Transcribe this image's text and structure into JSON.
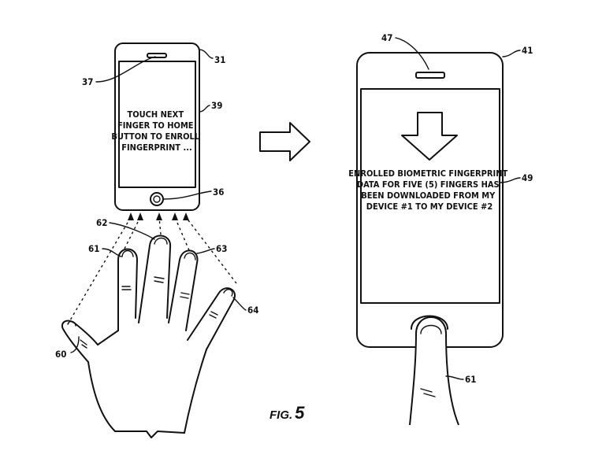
{
  "figure": {
    "caption_prefix": "FIG.",
    "caption_number": "5"
  },
  "left_device": {
    "screen_text": [
      "TOUCH NEXT",
      "FINGER TO HOME",
      "BUTTON TO ENROLL",
      "FINGERPRINT ..."
    ]
  },
  "right_device": {
    "screen_text": [
      "ENROLLED BIOMETRIC FINGERPRINT",
      "DATA FOR FIVE (5) FINGERS HAS",
      "BEEN DOWNLOADED FROM MY",
      "DEVICE #1 TO MY DEVICE #2"
    ]
  },
  "reference_labels": {
    "r31": "31",
    "r37": "37",
    "r39": "39",
    "r36": "36",
    "r62": "62",
    "r61": "61",
    "r63": "63",
    "r64": "64",
    "r60": "60",
    "r47": "47",
    "r41": "41",
    "r49": "49",
    "r61b": "61"
  }
}
